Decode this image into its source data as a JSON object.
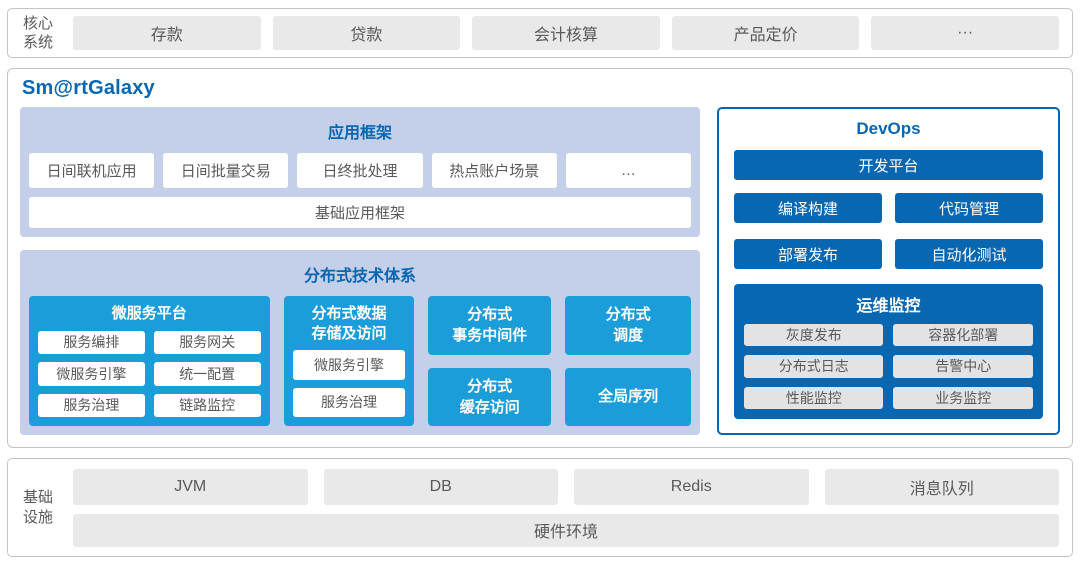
{
  "colors": {
    "dark_blue": "#0966b0",
    "cyan": "#1b9dd9",
    "lavender": "#c4cfe9",
    "gray_box": "#e9e9e9",
    "gray_text": "#595959"
  },
  "core_band": {
    "label": "核心\n系统",
    "items": [
      "存款",
      "贷款",
      "会计核算",
      "产品定价",
      "···"
    ]
  },
  "platform": {
    "title": "Sm@rtGalaxy",
    "app_framework": {
      "title": "应用框架",
      "items": [
        "日间联机应用",
        "日间批量交易",
        "日终批处理",
        "热点账户场景",
        "…"
      ],
      "base_item": "基础应用框架"
    },
    "distributed": {
      "title": "分布式技术体系",
      "microservice": {
        "title": "微服务平台",
        "items": [
          "服务编排",
          "服务网关",
          "微服务引擎",
          "统一配置",
          "服务治理",
          "链路监控"
        ]
      },
      "data_access": {
        "title_lines": [
          "分布式数据",
          "存储及访问"
        ],
        "items": [
          "微服务引擎",
          "服务治理"
        ]
      },
      "transaction_middleware": {
        "lines": [
          "分布式",
          "事务中间件"
        ]
      },
      "scheduler": {
        "lines": [
          "分布式",
          "调度"
        ]
      },
      "cache_access": {
        "lines": [
          "分布式",
          "缓存访问"
        ]
      },
      "global_sequence": {
        "label": "全局序列"
      }
    },
    "devops": {
      "title": "DevOps",
      "dev_platform": "开发平台",
      "tools": [
        "编译构建",
        "代码管理",
        "部署发布",
        "自动化测试"
      ],
      "ops_monitor": {
        "title": "运维监控",
        "items": [
          "灰度发布",
          "容器化部署",
          "分布式日志",
          "告警中心",
          "性能监控",
          "业务监控"
        ]
      }
    }
  },
  "infra_band": {
    "label": "基础\n设施",
    "items": [
      "JVM",
      "DB",
      "Redis",
      "消息队列"
    ],
    "base_item": "硬件环境"
  }
}
